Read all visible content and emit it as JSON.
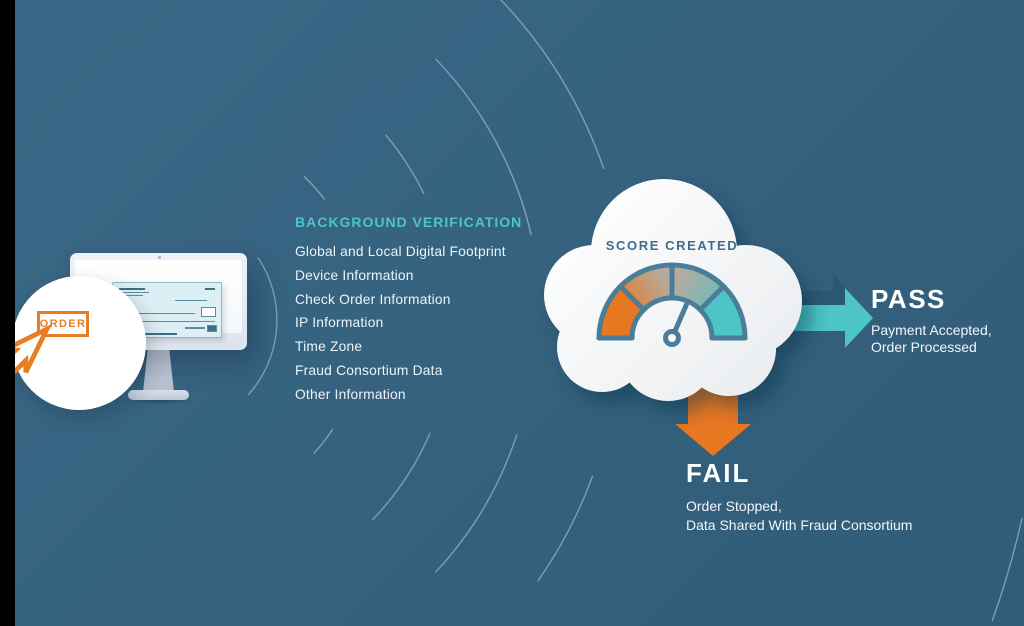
{
  "verification": {
    "heading": "BACKGROUND VERIFICATION",
    "items": [
      "Global and Local Digital Footprint",
      "Device Information",
      "Check Order Information",
      "IP Information",
      "Time Zone",
      "Fraud Consortium Data",
      "Other Information"
    ]
  },
  "order": {
    "label": "ORDER"
  },
  "cloud": {
    "title": "SCORE CREATED"
  },
  "pass": {
    "label": "PASS",
    "lines": [
      "Payment Accepted,",
      "Order Processed"
    ]
  },
  "fail": {
    "label": "FAIL",
    "lines": [
      "Order Stopped,",
      "Data Shared With Fraud Consortium"
    ]
  },
  "colors": {
    "background": "#35617E",
    "accent_teal": "#4FC3C6",
    "accent_orange": "#E87722",
    "gauge_outline": "#4A7D99",
    "score_text": "#3E6D8C",
    "cloud": "#FFFFFF"
  }
}
